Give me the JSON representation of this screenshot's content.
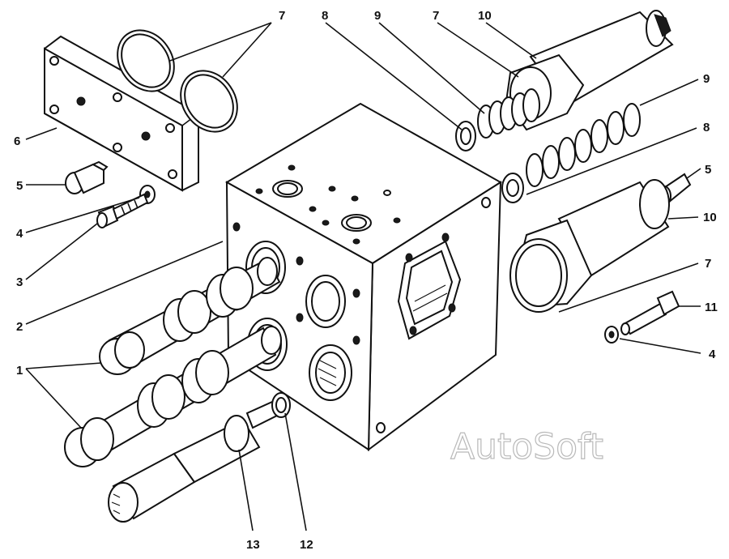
{
  "labels": {
    "l1": "1",
    "l2": "2",
    "l3": "3",
    "l4_left": "4",
    "l4_right": "4",
    "l5_left": "5",
    "l5_right": "5",
    "l6": "6",
    "l7_top": "7",
    "l7_mid": "7",
    "l7_right": "7",
    "l8_top": "8",
    "l8_right": "8",
    "l9_top": "9",
    "l9_right": "9",
    "l10_top": "10",
    "l10_right": "10",
    "l11": "11",
    "l12": "12",
    "l13": "13"
  },
  "watermark": "AutoSoft"
}
